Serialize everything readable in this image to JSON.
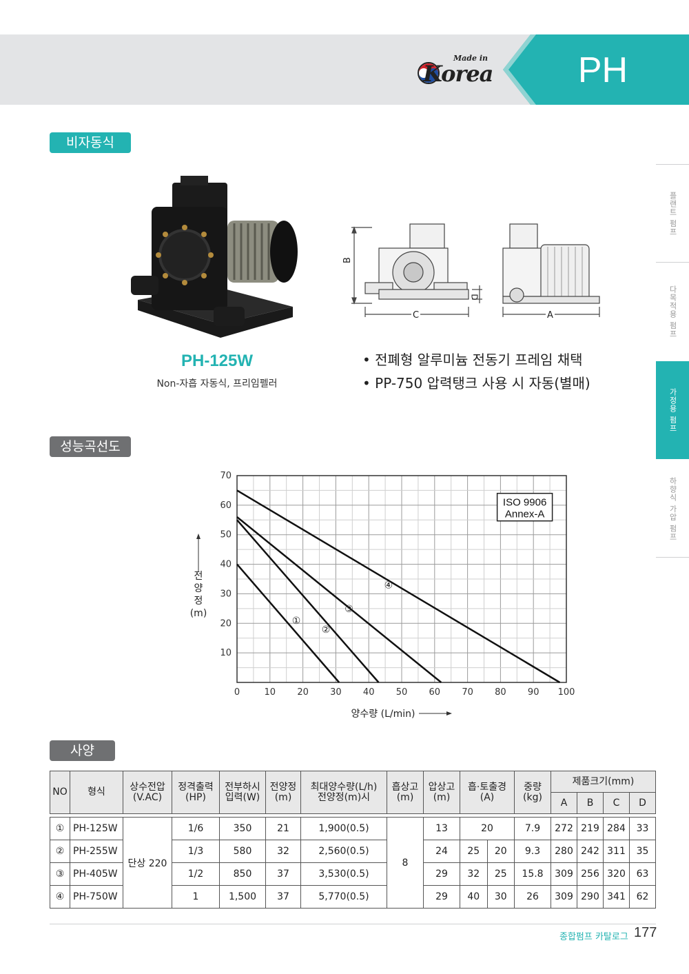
{
  "header": {
    "logo_made_in": "Made in",
    "logo_korea": "Korea",
    "series": "PH",
    "accent": "#23b3b2"
  },
  "side_nav": [
    {
      "label": "플랜트 펌프",
      "active": false
    },
    {
      "label": "다목적용 펌프",
      "active": false
    },
    {
      "label": "가정용 펌프",
      "active": true
    },
    {
      "label": "하향식 가압 펌프",
      "active": false
    }
  ],
  "sections": {
    "type_label": "비자동식",
    "curve_label": "성능곡선도",
    "spec_label": "사양"
  },
  "product": {
    "model": "PH-125W",
    "subtitle": "Non-자흡 자동식, 프리임펠러",
    "features": [
      "• 전폐형 알루미늄 전동기 프레임 채택",
      "• PP-750 압력탱크 사용 시 자동(별매)"
    ]
  },
  "drawing_labels": {
    "b": "B",
    "d": "D",
    "c": "C",
    "a": "A"
  },
  "chart_data": {
    "type": "line",
    "xlabel": "양수량 (L/min)",
    "ylabel": "전양정(m)",
    "ylabel_chars": [
      "전",
      "양",
      "정",
      "(m)"
    ],
    "xlim": [
      0,
      100
    ],
    "ylim": [
      0,
      70
    ],
    "x_ticks": [
      0,
      10,
      20,
      30,
      40,
      50,
      60,
      70,
      80,
      90,
      100
    ],
    "y_ticks": [
      10,
      20,
      30,
      40,
      50,
      60,
      70
    ],
    "grid": true,
    "annotation": [
      "ISO 9906",
      "Annex-A"
    ],
    "series": [
      {
        "name": "①",
        "label_at": [
          18,
          21
        ],
        "points": [
          [
            0,
            40
          ],
          [
            31,
            0
          ]
        ]
      },
      {
        "name": "②",
        "label_at": [
          27,
          18
        ],
        "points": [
          [
            0,
            55
          ],
          [
            43,
            0
          ]
        ]
      },
      {
        "name": "③",
        "label_at": [
          34,
          25
        ],
        "points": [
          [
            0,
            56
          ],
          [
            62,
            0
          ]
        ]
      },
      {
        "name": "④",
        "label_at": [
          46,
          33
        ],
        "points": [
          [
            0,
            65
          ],
          [
            98,
            0
          ]
        ]
      }
    ]
  },
  "spec_table": {
    "headers": {
      "no": "NO",
      "model": "형식",
      "voltage": "상수전압\n(V.AC)",
      "output": "정격출력\n(HP)",
      "input": "전부하시\n입력(W)",
      "head": "전양정\n(m)",
      "max_flow": "최대양수량(L/h)\n전양정(m)시",
      "suction": "흡상고\n(m)",
      "pressure": "압상고\n(m)",
      "bore": "흡·토출경\n(A)",
      "weight": "중량\n(kg)",
      "dims": "제품크기(mm)",
      "dim_a": "A",
      "dim_b": "B",
      "dim_c": "C",
      "dim_d": "D"
    },
    "voltage_merged": "단상 220",
    "suction_merged": "8",
    "rows": [
      {
        "no": "①",
        "model": "PH-125W",
        "output": "1/6",
        "input": "350",
        "head": "21",
        "max_flow": "1,900(0.5)",
        "pressure": "13",
        "bore_in": "20",
        "bore_out": "",
        "weight": "7.9",
        "a": "272",
        "b": "219",
        "c": "284",
        "d": "33"
      },
      {
        "no": "②",
        "model": "PH-255W",
        "output": "1/3",
        "input": "580",
        "head": "32",
        "max_flow": "2,560(0.5)",
        "pressure": "24",
        "bore_in": "25",
        "bore_out": "20",
        "weight": "9.3",
        "a": "280",
        "b": "242",
        "c": "311",
        "d": "35"
      },
      {
        "no": "③",
        "model": "PH-405W",
        "output": "1/2",
        "input": "850",
        "head": "37",
        "max_flow": "3,530(0.5)",
        "pressure": "29",
        "bore_in": "32",
        "bore_out": "25",
        "weight": "15.8",
        "a": "309",
        "b": "256",
        "c": "320",
        "d": "63"
      },
      {
        "no": "④",
        "model": "PH-750W",
        "output": "1",
        "input": "1,500",
        "head": "37",
        "max_flow": "5,770(0.5)",
        "pressure": "29",
        "bore_in": "40",
        "bore_out": "30",
        "weight": "26",
        "a": "309",
        "b": "290",
        "c": "341",
        "d": "62"
      }
    ]
  },
  "footer": {
    "catalog": "종합펌프 카탈로그",
    "page": "177"
  }
}
